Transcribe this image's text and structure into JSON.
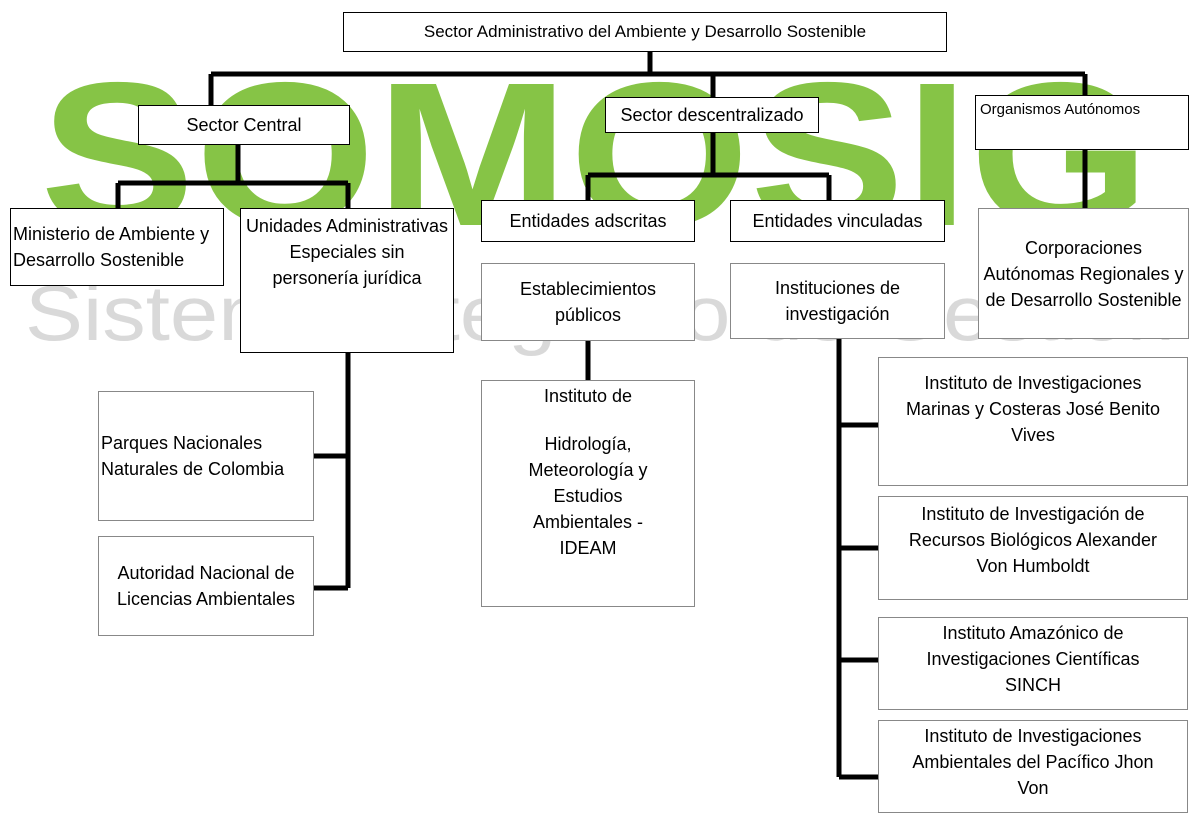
{
  "watermark": {
    "brand": "SOMOSIG",
    "subtitle": "Sistema Integrado de Gestión",
    "green": "#86c446",
    "gray": "#d9d9d9"
  },
  "root": {
    "label": "Sector Administrativo del Ambiente y Desarrollo Sostenible"
  },
  "sector_central": {
    "label": "Sector Central",
    "ministerio": "Ministerio de Ambiente y Desarrollo Sostenible",
    "unidades": "Unidades Administrativas Especiales sin personería jurídica",
    "parques": "Parques Nacionales Naturales de Colombia",
    "anla": "Autoridad Nacional de Licencias Ambientales"
  },
  "sector_descentralizado": {
    "label": "Sector descentralizado",
    "adscritas": "Entidades adscritas",
    "establecimientos": "Establecimientos públicos",
    "ideam_line1": "Instituto de",
    "ideam_line2": "Hidrología, Meteorología y Estudios Ambientales - IDEAM",
    "vinculadas": "Entidades vinculadas",
    "instituciones": "Instituciones de investigación",
    "invemar": "Instituto de Investigaciones Marinas y Costeras José Benito Vives",
    "humboldt": "Instituto de Investigación de Recursos Biológicos Alexander Von Humboldt",
    "sinchi": "Instituto Amazónico de Investigaciones Científicas SINCH",
    "iiap": "Instituto de Investigaciones Ambientales del Pacífico Jhon Von"
  },
  "organismos": {
    "label": "Organismos Autónomos",
    "car": "Corporaciones Autónomas Regionales y de Desarrollo Sostenible"
  }
}
